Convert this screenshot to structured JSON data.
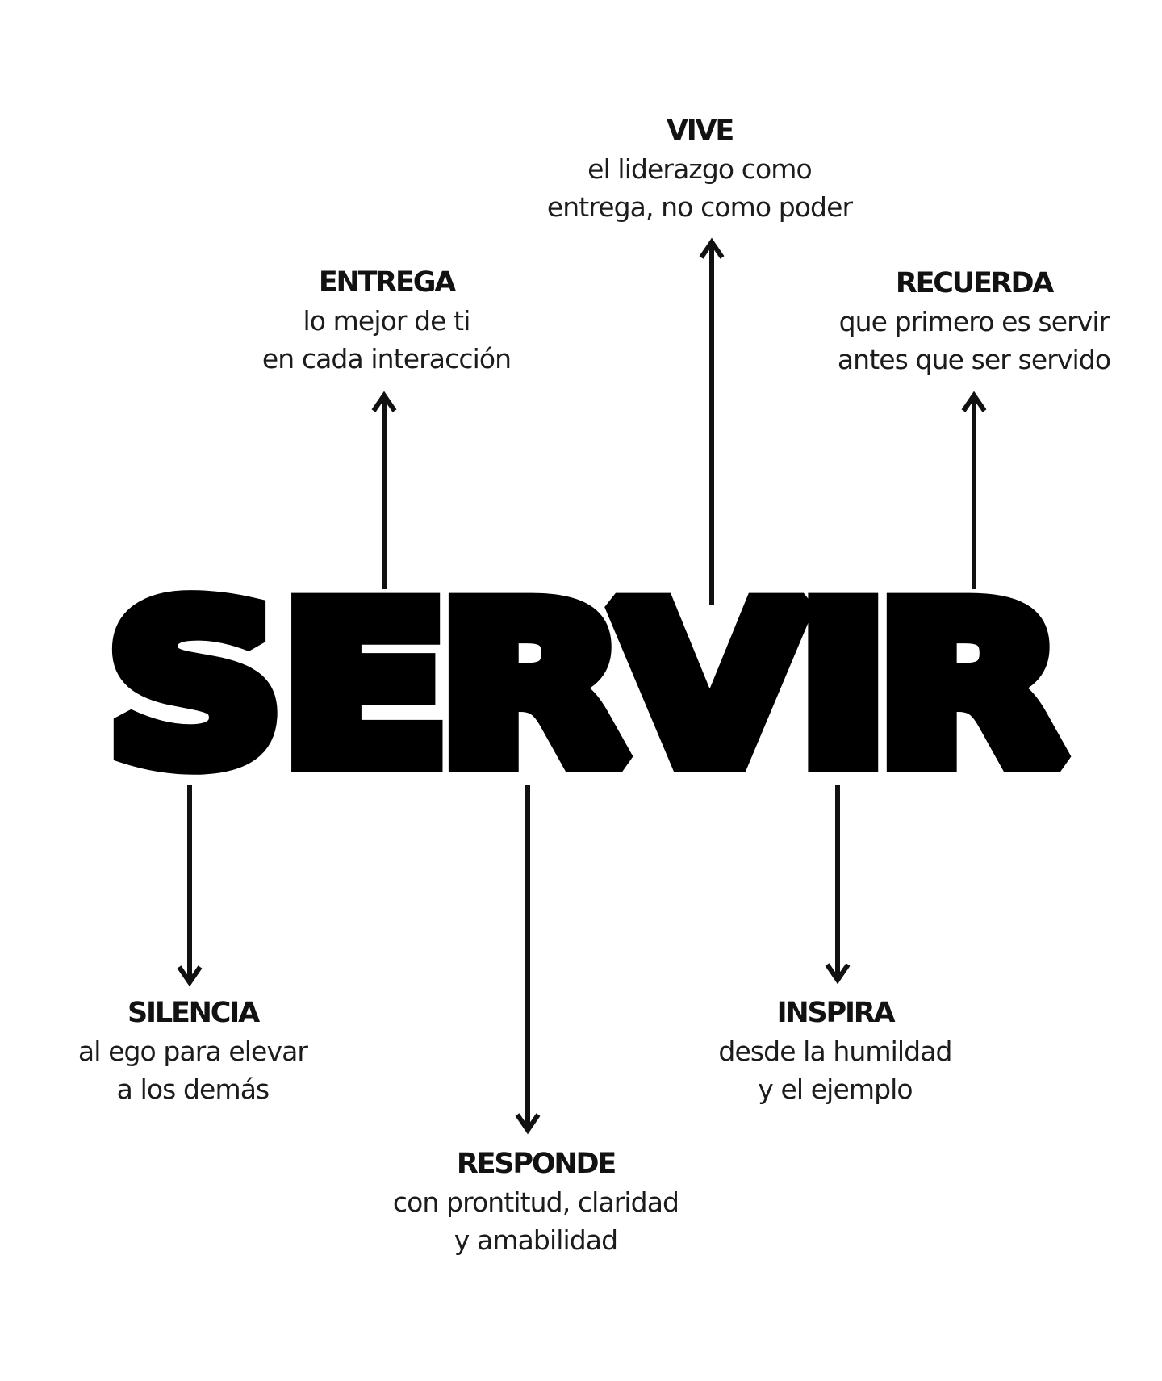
{
  "center_word": "SERVIR",
  "colors": {
    "background": "#ffffff",
    "word": "#000000",
    "text": "#1c1c1c",
    "arrow": "#111111"
  },
  "blocks": {
    "vive": {
      "title": "VIVE",
      "line1": "el liderazgo como",
      "line2": "entrega, no como poder"
    },
    "entrega": {
      "title": "ENTREGA",
      "line1": "lo mejor de ti",
      "line2": "en cada interacción"
    },
    "recuerda": {
      "title": "RECUERDA",
      "line1": "que primero es servir",
      "line2": "antes que ser servido"
    },
    "silencia": {
      "title": "SILENCIA",
      "line1": "al ego para elevar",
      "line2": "a los demás"
    },
    "responde": {
      "title": "RESPONDE",
      "line1": "con prontitud, claridad",
      "line2": "y amabilidad"
    },
    "inspira": {
      "title": "INSPIRA",
      "line1": "desde la humildad",
      "line2": "y el ejemplo"
    }
  }
}
